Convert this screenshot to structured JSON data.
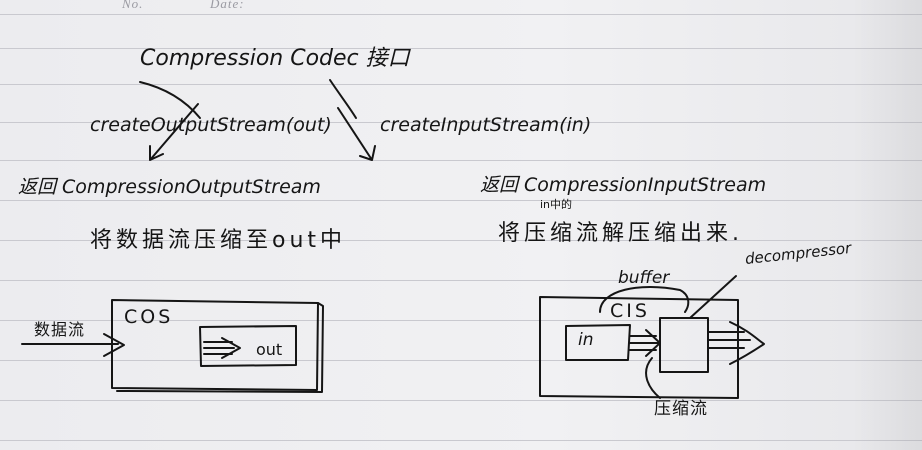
{
  "header": {
    "no_label": "No.",
    "date_label": "Date:"
  },
  "notes": {
    "title": "Compression Codec 接口",
    "method_out": "createOutputStream(out)",
    "method_in": "createInputStream(in)",
    "return_out": "返回 CompressionOutputStream",
    "desc_out": "将数据流压缩至out中",
    "return_in": "返回 CompressionInputStream",
    "in_note": "in中的",
    "desc_in": "将压缩流解压缩出来."
  },
  "diagram_left": {
    "input_label": "数据流",
    "box_label": "COS",
    "inner_label": "out"
  },
  "diagram_right": {
    "buffer_label": "buffer",
    "decompressor_label": "decompressor",
    "box_label": "CIS",
    "in_label": "in",
    "bottom_label": "压缩流"
  }
}
